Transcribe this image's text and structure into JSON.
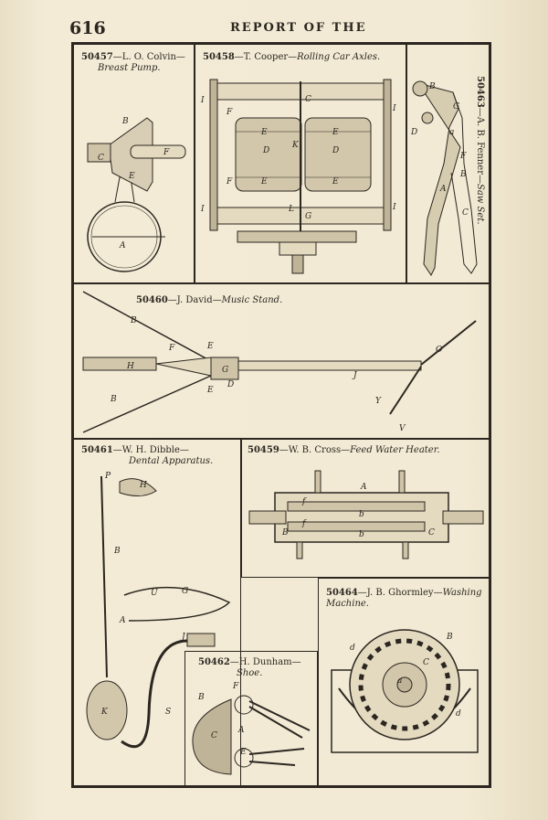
{
  "header": {
    "page_number": "616",
    "title": "REPORT OF THE"
  },
  "patents": {
    "p50457": {
      "number": "50457",
      "inventor": "—L. O. Colvin—",
      "invention": "Breast Pump.",
      "labels": [
        "B",
        "C",
        "F",
        "E",
        "A"
      ]
    },
    "p50458": {
      "number": "50458",
      "inventor": "—T. Cooper—",
      "invention": "Rolling Car Axles.",
      "labels": [
        "I",
        "F",
        "E",
        "D",
        "K",
        "D",
        "E",
        "F",
        "E",
        "E",
        "I",
        "L",
        "C",
        "G",
        "I",
        "I"
      ]
    },
    "p50463": {
      "number": "50463",
      "inventor": "—A. B. Fenner—",
      "invention": "Saw Set.",
      "labels": [
        "B",
        "D",
        "G",
        "a",
        "F",
        "B",
        "A",
        "C"
      ]
    },
    "p50460": {
      "number": "50460",
      "inventor": "—J. David—",
      "invention": "Music Stand.",
      "labels": [
        "B",
        "H",
        "B",
        "F",
        "E",
        "G",
        "D",
        "E",
        "J",
        "O",
        "Y",
        "V"
      ]
    },
    "p50461": {
      "number": "50461",
      "inventor": "—W. H. Dibble—",
      "invention": "Dental Apparatus.",
      "labels": [
        "P",
        "H",
        "B",
        "U",
        "G",
        "A",
        "J",
        "S",
        "K"
      ]
    },
    "p50459": {
      "number": "50459",
      "inventor": "—W. B. Cross—",
      "invention": "Feed Water Heater.",
      "labels": [
        "A",
        "b",
        "b",
        "f",
        "f",
        "B",
        "C"
      ]
    },
    "p50464": {
      "number": "50464",
      "inventor": "—J. B. Ghormley—",
      "invention": "Washing Machine.",
      "labels": [
        "B",
        "d",
        "C",
        "a",
        "d"
      ]
    },
    "p50462": {
      "number": "50462",
      "inventor": "—H. Dunham—",
      "invention": "Shoe.",
      "labels": [
        "B",
        "F",
        "C",
        "A",
        "E"
      ]
    }
  },
  "colors": {
    "ink": "#2b2620",
    "paper": "#f2ead4"
  }
}
